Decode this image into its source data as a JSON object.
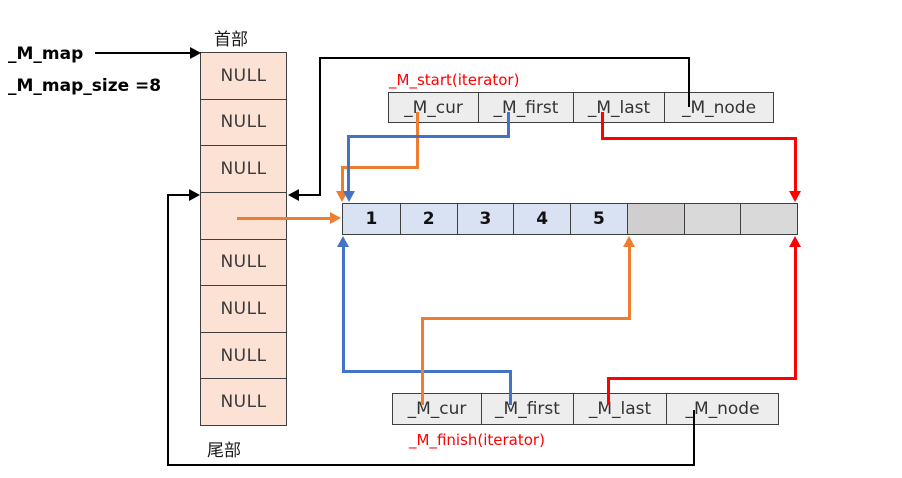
{
  "diagram": {
    "labels": {
      "m_map": "_M_map",
      "m_map_size": "_M_map_size =8",
      "map_head": "首部",
      "map_tail": "尾部"
    },
    "map": {
      "cells": [
        "NULL",
        "NULL",
        "NULL",
        "",
        "NULL",
        "NULL",
        "NULL",
        "NULL"
      ]
    },
    "buffer": {
      "cells": [
        "1",
        "2",
        "3",
        "4",
        "5",
        "",
        "",
        ""
      ]
    },
    "iterators": {
      "start": {
        "label": "_M_start(iterator)",
        "fields": [
          "_M_cur",
          "_M_first",
          "_M_last",
          "_M_node"
        ]
      },
      "finish": {
        "label": "_M_finish(iterator)",
        "fields": [
          "_M_cur",
          "_M_first",
          "_M_last",
          "_M_node"
        ]
      }
    }
  },
  "colors": {
    "accent_orange": "#ed7d31",
    "accent_blue": "#4472c4",
    "accent_red": "#ff0000",
    "line_black": "#000000",
    "map_cell_bg": "#fbe2d5",
    "buffer_data_bg": "#d9e2f3",
    "buffer_spare_dark_bg": "#d0cece",
    "buffer_spare_bg": "#d9d9d9",
    "iterator_cell_bg": "#ededed"
  }
}
